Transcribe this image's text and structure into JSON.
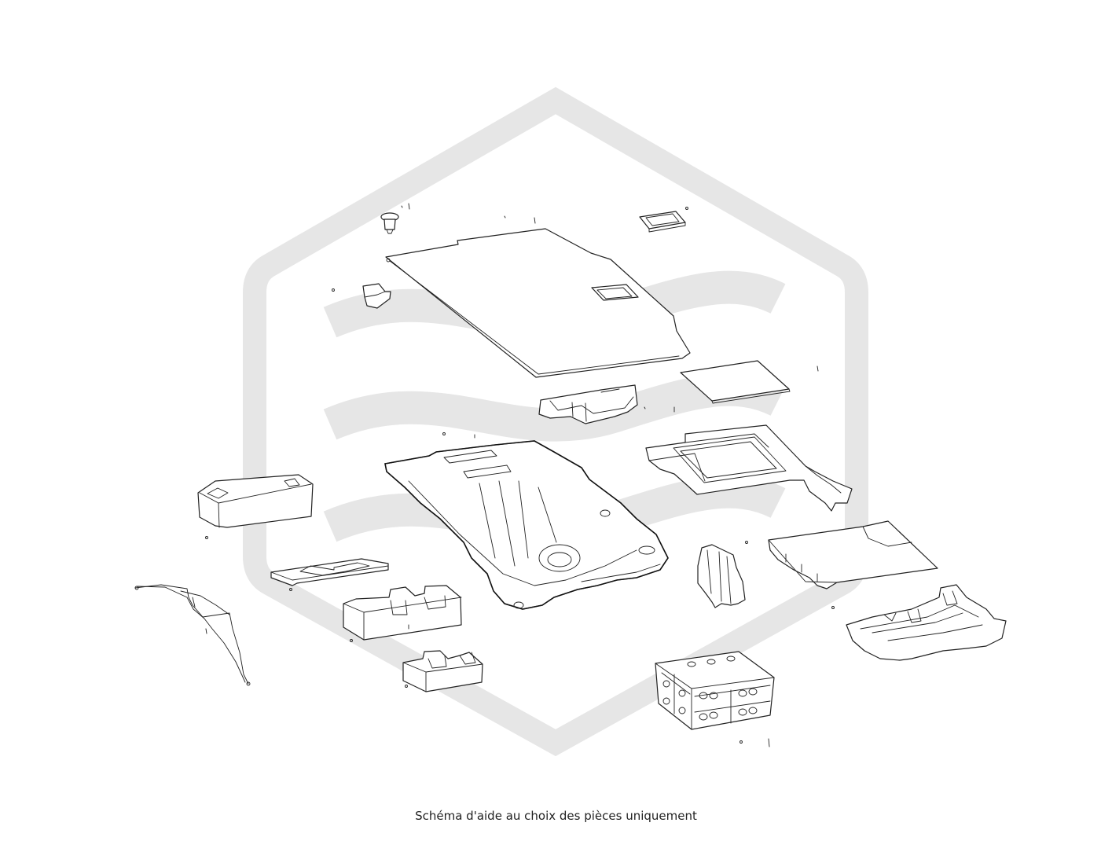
{
  "caption": "Schéma d'aide au choix des pièces uniquement",
  "colors": {
    "background": "#ffffff",
    "line": "#222222",
    "watermark": "#e6e6e6",
    "caption_text": "#222222"
  },
  "watermark": {
    "icon": "hexagon-wave-logo-icon"
  },
  "parts": [
    "push-clip",
    "cargo-floor-panel",
    "floor-handle",
    "small-bracket",
    "floor-mat",
    "floor-support-rail",
    "storage-tray",
    "spare-wheel-well-tub",
    "battery-box",
    "foam-insert",
    "organizer-tray-large",
    "organizer-tray-small",
    "side-trim-panel",
    "side-foam-block",
    "rear-cover-panel",
    "rear-tray",
    "cable-harness",
    "crate-basket"
  ]
}
